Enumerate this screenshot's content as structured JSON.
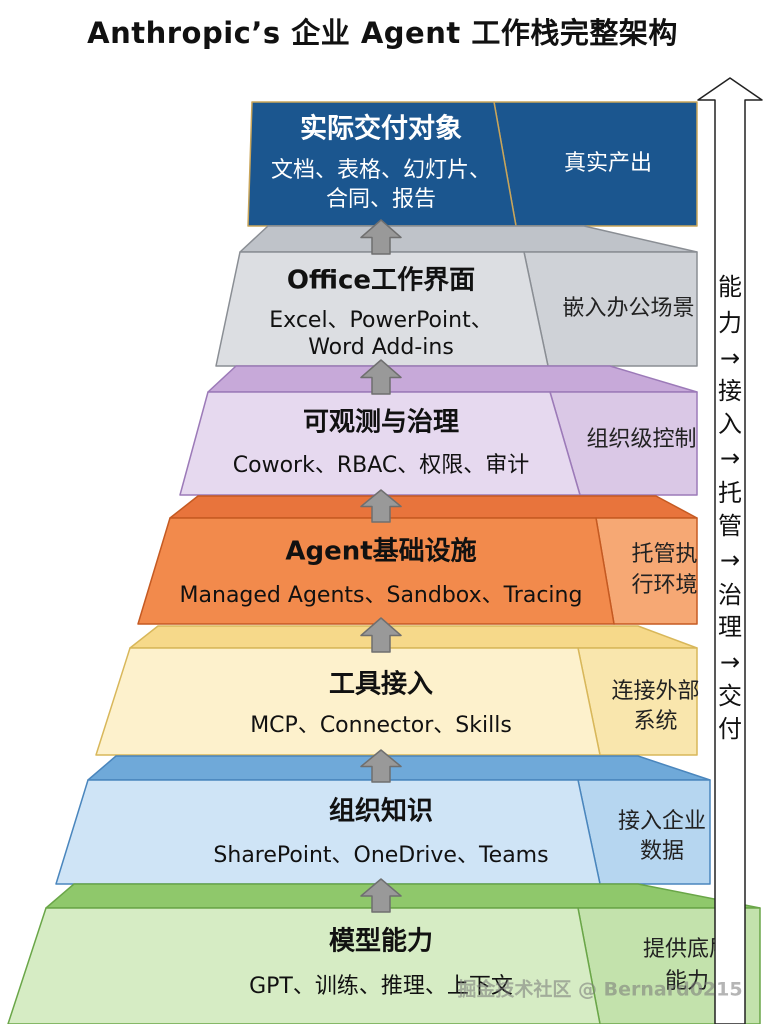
{
  "title": "Anthropic’s 企业 Agent 工作栈完整架构",
  "layers": [
    {
      "heading": "实际交付对象",
      "lines": [
        "文档、表格、幻灯片、",
        "合同、报告"
      ],
      "side": [
        "真实产出"
      ],
      "colors": {
        "top": "#1f5a8c",
        "face": "#1b568f",
        "side": "#1b568f",
        "text": "#ffffff",
        "side_text": "#ffffff",
        "border": "#c9a55a"
      }
    },
    {
      "heading": "Office工作界面",
      "lines": [
        "Excel、PowerPoint、",
        "Word Add-ins"
      ],
      "side": [
        "嵌入办公场景"
      ],
      "colors": {
        "top": "#bfc3c9",
        "face": "#dcdee2",
        "side": "#cfd2d7",
        "text": "#111111",
        "side_text": "#222222",
        "border": "#8a8e94"
      }
    },
    {
      "heading": "可观测与治理",
      "lines": [
        "Cowork、RBAC、权限、审计"
      ],
      "side": [
        "组织级控制"
      ],
      "colors": {
        "top": "#c7a9d9",
        "face": "#e6d9ef",
        "side": "#dac8e6",
        "text": "#111111",
        "side_text": "#222222",
        "border": "#9c7ab8"
      }
    },
    {
      "heading": "Agent基础设施",
      "lines": [
        "Managed Agents、Sandbox、Tracing"
      ],
      "side": [
        "托管执",
        "行环境"
      ],
      "colors": {
        "top": "#e8743c",
        "face": "#f28a4c",
        "side": "#f6a874",
        "text": "#111111",
        "side_text": "#222222",
        "border": "#c55a22"
      }
    },
    {
      "heading": "工具接入",
      "lines": [
        "MCP、Connector、Skills"
      ],
      "side": [
        "连接外部",
        "系统"
      ],
      "colors": {
        "top": "#f6d98a",
        "face": "#fdf1cc",
        "side": "#f9e6ad",
        "text": "#111111",
        "side_text": "#222222",
        "border": "#d8b75a"
      }
    },
    {
      "heading": "组织知识",
      "lines": [
        "SharePoint、OneDrive、Teams"
      ],
      "side": [
        "接入企业",
        "数据"
      ],
      "colors": {
        "top": "#6fa9d9",
        "face": "#cfe4f6",
        "side": "#b6d6f0",
        "text": "#111111",
        "side_text": "#222222",
        "border": "#4a86bd"
      }
    },
    {
      "heading": "模型能力",
      "lines": [
        "GPT、训练、推理、上下文"
      ],
      "side": [
        "提供底层",
        "能力"
      ],
      "colors": {
        "top": "#8fc86b",
        "face": "#d6ecc4",
        "side": "#c3e2ac",
        "text": "#111111",
        "side_text": "#222222",
        "border": "#6aa648"
      }
    }
  ],
  "flow_text": [
    "能",
    "力",
    "→",
    "接",
    "入",
    "→",
    "托",
    "管",
    "→",
    "治",
    "理",
    "→",
    "交",
    "付"
  ],
  "watermark": "掘金技术社区 @ Bernard0215",
  "connector_color": "#999999"
}
